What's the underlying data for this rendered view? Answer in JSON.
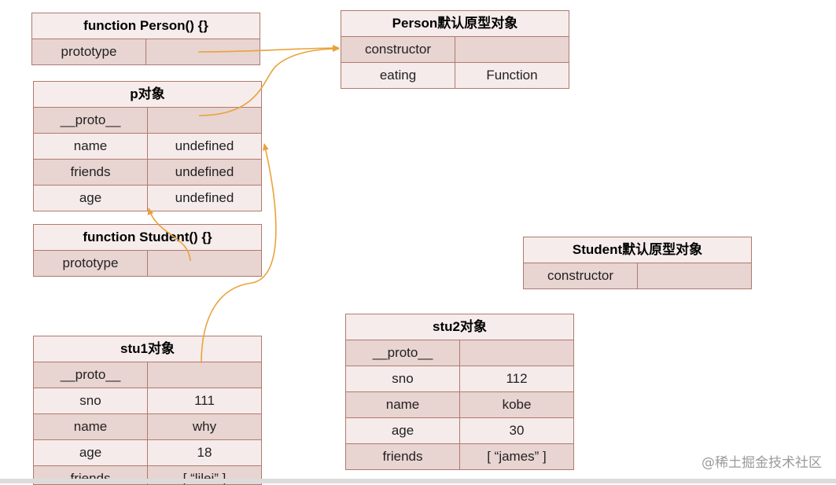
{
  "boxes": {
    "person_fn": {
      "title": "function Person() {}",
      "rows": [
        {
          "key": "prototype",
          "value": ""
        }
      ]
    },
    "person_proto": {
      "title": "Person默认原型对象",
      "rows": [
        {
          "key": "constructor",
          "value": ""
        },
        {
          "key": "eating",
          "value": "Function"
        }
      ]
    },
    "p_obj": {
      "title": "p对象",
      "rows": [
        {
          "key": "__proto__",
          "value": ""
        },
        {
          "key": "name",
          "value": "undefined"
        },
        {
          "key": "friends",
          "value": "undefined"
        },
        {
          "key": "age",
          "value": "undefined"
        }
      ]
    },
    "student_fn": {
      "title": "function Student() {}",
      "rows": [
        {
          "key": "prototype",
          "value": ""
        }
      ]
    },
    "student_proto": {
      "title": "Student默认原型对象",
      "rows": [
        {
          "key": "constructor",
          "value": ""
        }
      ]
    },
    "stu1": {
      "title": "stu1对象",
      "rows": [
        {
          "key": "__proto__",
          "value": ""
        },
        {
          "key": "sno",
          "value": "111"
        },
        {
          "key": "name",
          "value": "why"
        },
        {
          "key": "age",
          "value": "18"
        },
        {
          "key": "friends",
          "value": "[ “lilei” ]"
        }
      ]
    },
    "stu2": {
      "title": "stu2对象",
      "rows": [
        {
          "key": "__proto__",
          "value": ""
        },
        {
          "key": "sno",
          "value": "112"
        },
        {
          "key": "name",
          "value": "kobe"
        },
        {
          "key": "age",
          "value": "30"
        },
        {
          "key": "friends",
          "value": "[ “james” ]"
        }
      ]
    }
  },
  "watermark": "@稀土掘金技术社区",
  "colors": {
    "arrow": "#eaa23a",
    "border": "#b07a6e",
    "dark_row": "#e8d4d1",
    "light_row": "#f5ebea"
  }
}
